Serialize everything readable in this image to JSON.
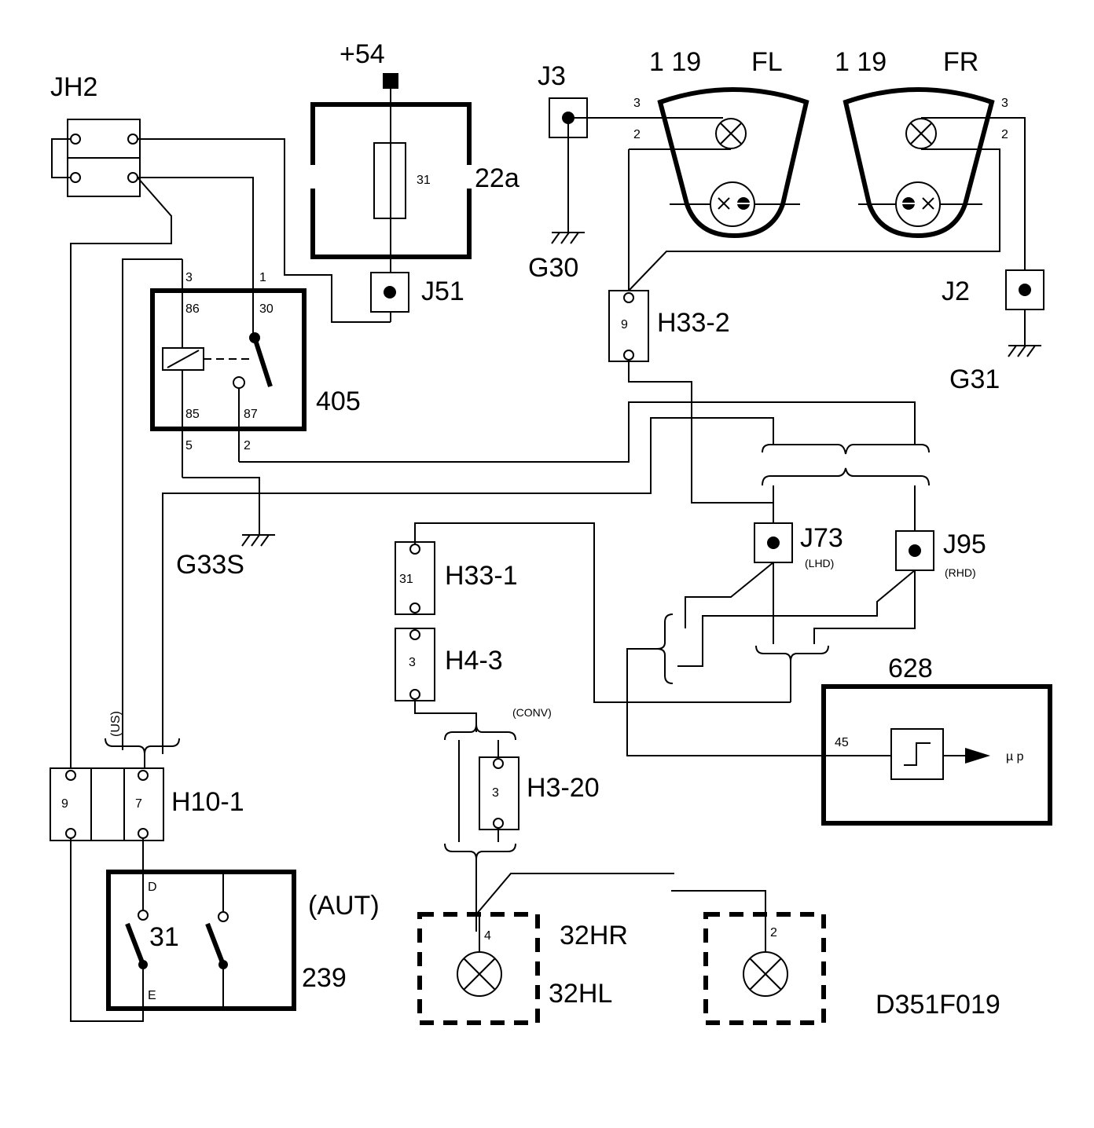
{
  "diagram": {
    "code": "D351F019",
    "components": {
      "jh2": "JH2",
      "supply": "+54",
      "fuse_block": "22a",
      "fuse_pin": "31",
      "j51": "J51",
      "relay": "405",
      "relay_pins": {
        "p86": "86",
        "p30": "30",
        "p85": "85",
        "p87": "87",
        "w3": "3",
        "w1": "1",
        "w5": "5",
        "w2": "2"
      },
      "j3": "J3",
      "g30": "G30",
      "lamp_fl_num": "1 19",
      "lamp_fl": "FL",
      "lamp_fr_num": "1 19",
      "lamp_fr": "FR",
      "fl_pin3": "3",
      "fl_pin2": "2",
      "fr_pin3": "3",
      "fr_pin2": "2",
      "j2": "J2",
      "g31": "G31",
      "h33_2": "H33-2",
      "h33_2_pin": "9",
      "g33s": "G33S",
      "j73": "J73",
      "j73_note": "(LHD)",
      "j95": "J95",
      "j95_note": "(RHD)",
      "h33_1": "H33-1",
      "h33_1_pin": "31",
      "h4_3": "H4-3",
      "h4_3_pin": "3",
      "conv": "(CONV)",
      "h3_20": "H3-20",
      "h3_20_pin": "3",
      "ecu": "628",
      "ecu_pin": "45",
      "ecu_out": "µ p",
      "us": "(US)",
      "h10_1": "H10-1",
      "h10_1_pin9": "9",
      "h10_1_pin7": "7",
      "switch": "239",
      "switch_note": "(AUT)",
      "switch_d": "D",
      "switch_31": "31",
      "switch_e": "E",
      "lamp_32hr": "32HR",
      "lamp_32hl": "32HL",
      "lamp_left_pin": "4",
      "lamp_right_pin": "2"
    }
  }
}
